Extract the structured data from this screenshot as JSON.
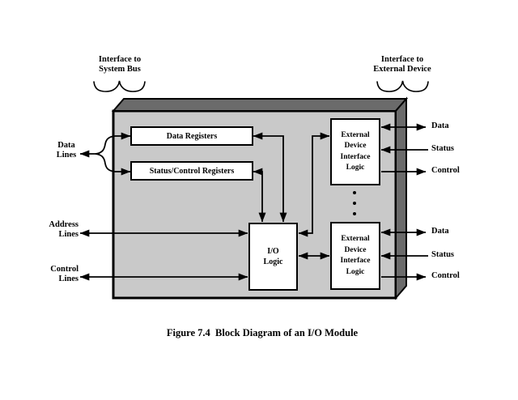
{
  "colors": {
    "front_face": "#c9c9c9",
    "depth_face": "#6b6b6b",
    "outline": "#000000",
    "box_fill": "#ffffff",
    "background": "#ffffff"
  },
  "annotations": {
    "system_bus_label": {
      "line1": "Interface to",
      "line2": "System Bus"
    },
    "external_device_label": {
      "line1": "Interface to",
      "line2": "External Device"
    }
  },
  "system_bus_side": {
    "data_lines": {
      "line1": "Data",
      "line2": "Lines"
    },
    "address_lines": {
      "line1": "Address",
      "line2": "Lines"
    },
    "control_lines": {
      "line1": "Control",
      "line2": "Lines"
    }
  },
  "module": {
    "data_registers_label": "Data Registers",
    "status_control_registers_label": "Status/Control Registers",
    "io_logic_label": {
      "line1": "I/O",
      "line2": "Logic"
    },
    "edil_label": {
      "line1": "External",
      "line2": "Device",
      "line3": "Interface",
      "line4": "Logic"
    }
  },
  "external_device_side": {
    "device1": {
      "data": "Data",
      "status": "Status",
      "control": "Control"
    },
    "device2": {
      "data": "Data",
      "status": "Status",
      "control": "Control"
    }
  },
  "caption": "Figure 7.4  Block Diagram of an I/O Module"
}
